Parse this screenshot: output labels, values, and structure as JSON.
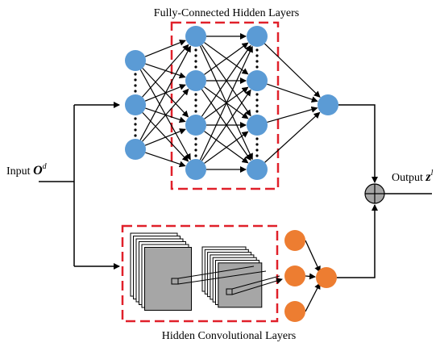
{
  "title_fc": "Fully-Connected Hidden Layers",
  "title_conv": "Hidden Convolutional Layers",
  "input": {
    "text": "Input ",
    "symbol": "O",
    "sup": "d"
  },
  "output": {
    "text": "Output ",
    "symbol": "z",
    "sup": "l"
  },
  "colors": {
    "neuron_blue": "#5b9bd5",
    "neuron_orange": "#ed7d31",
    "dashed_box": "#e0202a",
    "feature_map": "#a6a6a6",
    "sum_node": "#a6a6a6"
  },
  "icons": {
    "sum": "circle-plus-icon"
  }
}
